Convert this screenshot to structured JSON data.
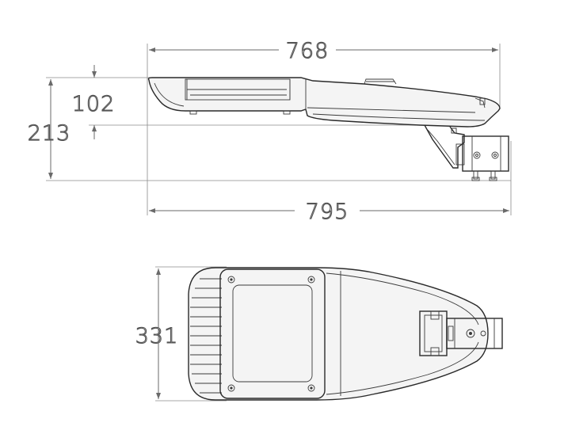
{
  "dimensions": {
    "length_top": "768",
    "length_overall": "795",
    "height_body": "102",
    "height_overall": "213",
    "width": "331"
  }
}
